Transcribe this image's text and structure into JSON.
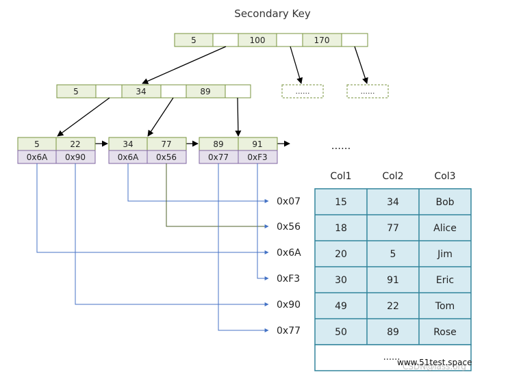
{
  "title": "Secondary Key",
  "colors": {
    "node_fill": "#ebf1dd",
    "node_stroke": "#77933c",
    "ptr_fill": "#ffffff",
    "leaf_addr_fill": "#e5e0ec",
    "leaf_addr_stroke": "#8064a2",
    "table_fill": "#d7ebf2",
    "table_stroke": "#31849b",
    "arrow": "#000000",
    "link": "#4472c4",
    "link_dark": "#4f6228"
  },
  "root": {
    "keys": [
      "5",
      "100",
      "170"
    ]
  },
  "internal": {
    "keys": [
      "5",
      "34",
      "89"
    ]
  },
  "placeholders": [
    "......",
    "......"
  ],
  "leaves": [
    {
      "keys": [
        "5",
        "22"
      ],
      "addrs": [
        "0x6A",
        "0x90"
      ]
    },
    {
      "keys": [
        "34",
        "77"
      ],
      "addrs": [
        "0x6A",
        "0x56"
      ]
    },
    {
      "keys": [
        "89",
        "91"
      ],
      "addrs": [
        "0x77",
        "0xF3"
      ]
    }
  ],
  "leaf_more": "......",
  "addresses": [
    "0x07",
    "0x56",
    "0x6A",
    "0xF3",
    "0x90",
    "0x77"
  ],
  "table": {
    "headers": [
      "Col1",
      "Col2",
      "Col3"
    ],
    "rows": [
      [
        "15",
        "34",
        "Bob"
      ],
      [
        "18",
        "77",
        "Alice"
      ],
      [
        "20",
        "5",
        "Jim"
      ],
      [
        "30",
        "91",
        "Eric"
      ],
      [
        "49",
        "22",
        "Tom"
      ],
      [
        "50",
        "89",
        "Rose"
      ]
    ],
    "more": "......"
  },
  "watermark_front": "www.51test.space",
  "watermark_back": "CSDN@lass.org"
}
